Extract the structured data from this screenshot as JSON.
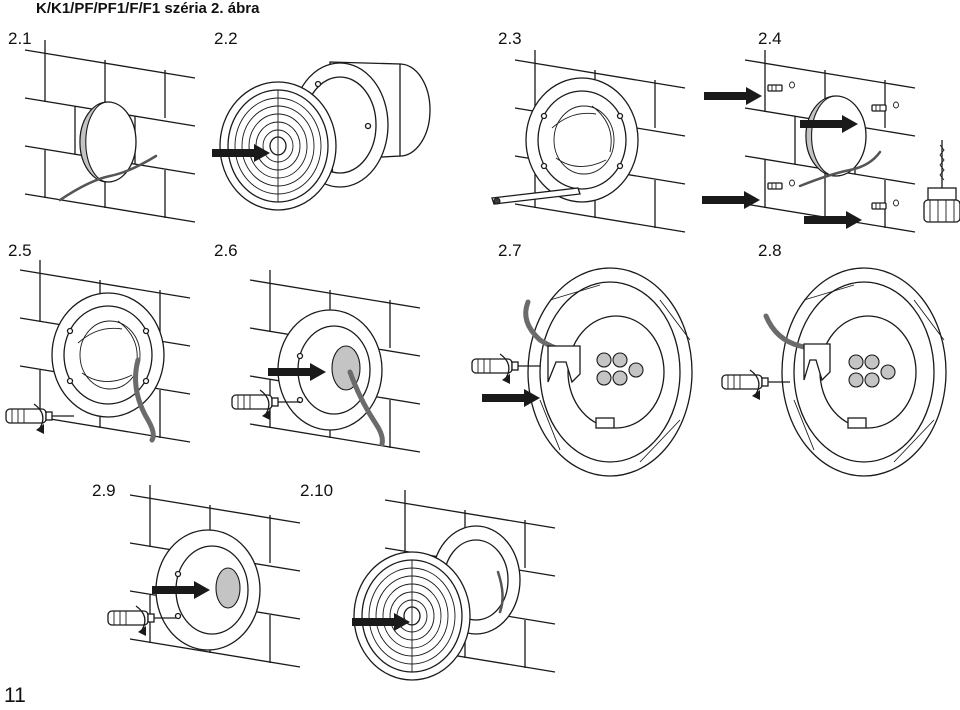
{
  "header": {
    "title": "K/K1/PF/PF1/F/F1  széria  2. ábra"
  },
  "steps": [
    {
      "id": "2.1",
      "label": "2.1"
    },
    {
      "id": "2.2",
      "label": "2.2"
    },
    {
      "id": "2.3",
      "label": "2.3"
    },
    {
      "id": "2.4",
      "label": "2.4"
    },
    {
      "id": "2.5",
      "label": "2.5"
    },
    {
      "id": "2.6",
      "label": "2.6"
    },
    {
      "id": "2.7",
      "label": "2.7"
    },
    {
      "id": "2.8",
      "label": "2.8"
    },
    {
      "id": "2.9",
      "label": "2.9"
    },
    {
      "id": "2.10",
      "label": "2.10"
    }
  ],
  "footer": {
    "page_number": "11"
  }
}
